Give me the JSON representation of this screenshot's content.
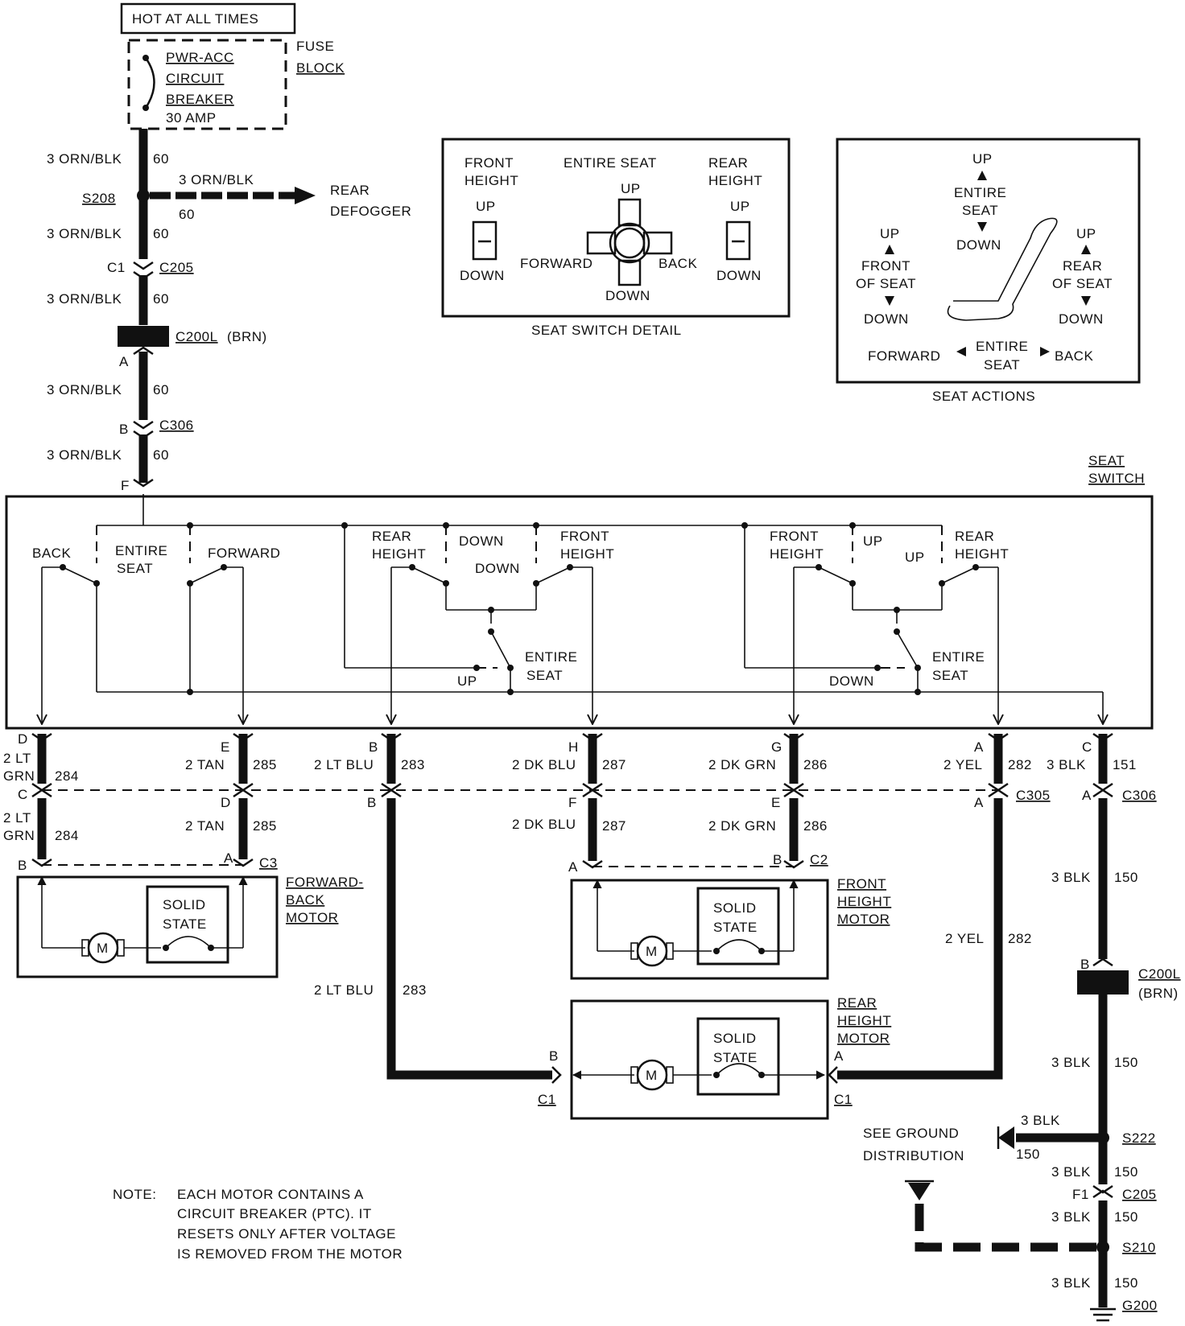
{
  "power": {
    "hot_label": "HOT AT ALL TIMES",
    "fuse_block": [
      "FUSE",
      "BLOCK"
    ],
    "breaker": [
      "PWR-ACC",
      "CIRCUIT",
      "BREAKER",
      "30 AMP"
    ]
  },
  "feed": {
    "w1": "3 ORN/BLK",
    "c1": "60",
    "defog_wire": "3 ORN/BLK",
    "defog_circuit": "60",
    "splice": "S208",
    "defogger": [
      "REAR",
      "DEFOGGER"
    ],
    "w2": "3 ORN/BLK",
    "c2": "60",
    "c205_pin": "C1",
    "c205": "C205",
    "w3": "3 ORN/BLK",
    "c3": "60",
    "c200l": "C200L",
    "c200l_color": "(BRN)",
    "c200l_pin": "A",
    "w4": "3 ORN/BLK",
    "c4": "60",
    "c306_pin": "B",
    "c306": "C306",
    "w5": "3 ORN/BLK",
    "c5": "60",
    "switch_pin": "F"
  },
  "switch_detail": {
    "caption": "SEAT SWITCH DETAIL",
    "front": [
      "FRONT",
      "HEIGHT"
    ],
    "rear": [
      "REAR",
      "HEIGHT"
    ],
    "entire": "ENTIRE SEAT",
    "up": "UP",
    "down": "DOWN",
    "forward": "FORWARD",
    "back": "BACK"
  },
  "seat_actions": {
    "caption": "SEAT ACTIONS",
    "up": "UP",
    "down": "DOWN",
    "entire": [
      "ENTIRE",
      "SEAT"
    ],
    "front": [
      "FRONT",
      "OF SEAT"
    ],
    "rear": [
      "REAR",
      "OF SEAT"
    ],
    "forward": "FORWARD",
    "back": "BACK"
  },
  "seat_switch": {
    "title": [
      "SEAT",
      "SWITCH"
    ],
    "back": "BACK",
    "forward": "FORWARD",
    "entire": [
      "ENTIRE",
      "SEAT"
    ],
    "rear_height": [
      "REAR",
      "HEIGHT"
    ],
    "front_height": [
      "FRONT",
      "HEIGHT"
    ],
    "up": "UP",
    "down": "DOWN"
  },
  "wires": {
    "d_pin": "D",
    "c_pin": "C",
    "b_pin_fb": "B",
    "lt_grn_a": [
      "2 LT",
      "GRN"
    ],
    "lt_grn_c": "284",
    "lt_grn_b": [
      "2 LT",
      "GRN"
    ],
    "lt_grn_c2": "284",
    "e_pin": "E",
    "d_pin2": "D",
    "a_pin_fb": "A",
    "tan_a": "2 TAN",
    "tan_c": "285",
    "tan_b": "2 TAN",
    "tan_c2": "285",
    "c3": "C3",
    "b_pin_lb": "B",
    "b_pin_lb2": "B",
    "lt_blu": "2 LT BLU",
    "lt_blu_c": "283",
    "lt_blu_lower": "2 LT BLU",
    "lt_blu_lower_c": "283",
    "h_pin": "H",
    "f_pin": "F",
    "a_pin_fh": "A",
    "dk_blu": "2 DK BLU",
    "dk_blu_c": "287",
    "dk_blu2": "2 DK BLU",
    "dk_blu_c2": "287",
    "g_pin": "G",
    "e_pin2": "E",
    "b_pin_fh": "B",
    "dk_grn": "2 DK GRN",
    "dk_grn_c": "286",
    "dk_grn2": "2 DK GRN",
    "dk_grn_c2": "286",
    "c2": "C2",
    "a_pin_yel": "A",
    "a_pin_yel2": "A",
    "yel": "2 YEL",
    "yel_c": "282",
    "yel_lower": "2 YEL",
    "yel_lower_c": "282",
    "c305": "C305",
    "c_pin_blk": "C",
    "a_pin_blk": "A",
    "blk": "3 BLK",
    "blk_c": "151",
    "c306": "C306"
  },
  "motors": {
    "m": "M",
    "solid": [
      "SOLID",
      "STATE"
    ],
    "fb": [
      "FORWARD-",
      "BACK",
      "MOTOR"
    ],
    "fh": [
      "FRONT",
      "HEIGHT",
      "MOTOR"
    ],
    "rh": [
      "REAR",
      "HEIGHT",
      "MOTOR"
    ],
    "rh_b": "B",
    "rh_a": "A",
    "rh_c1_left": "C1",
    "rh_c1_right": "C1"
  },
  "ground": {
    "w1": "3 BLK",
    "c1": "150",
    "c200l_pin": "B",
    "c200l": "C200L",
    "c200l_color": "(BRN)",
    "w2": "3 BLK",
    "c2": "150",
    "see": [
      "SEE GROUND",
      "DISTRIBUTION"
    ],
    "branch_w": "3 BLK",
    "branch_c": "150",
    "s222": "S222",
    "w3": "3 BLK",
    "c3": "150",
    "c205_pin": "F1",
    "c205": "C205",
    "w4": "3 BLK",
    "c4": "150",
    "s210": "S210",
    "w5": "3 BLK",
    "c5": "150",
    "g200": "G200"
  },
  "note": {
    "label": "NOTE:",
    "lines": [
      "EACH MOTOR CONTAINS A",
      "CIRCUIT BREAKER (PTC). IT",
      "RESETS ONLY AFTER VOLTAGE",
      "IS REMOVED FROM THE MOTOR"
    ]
  }
}
